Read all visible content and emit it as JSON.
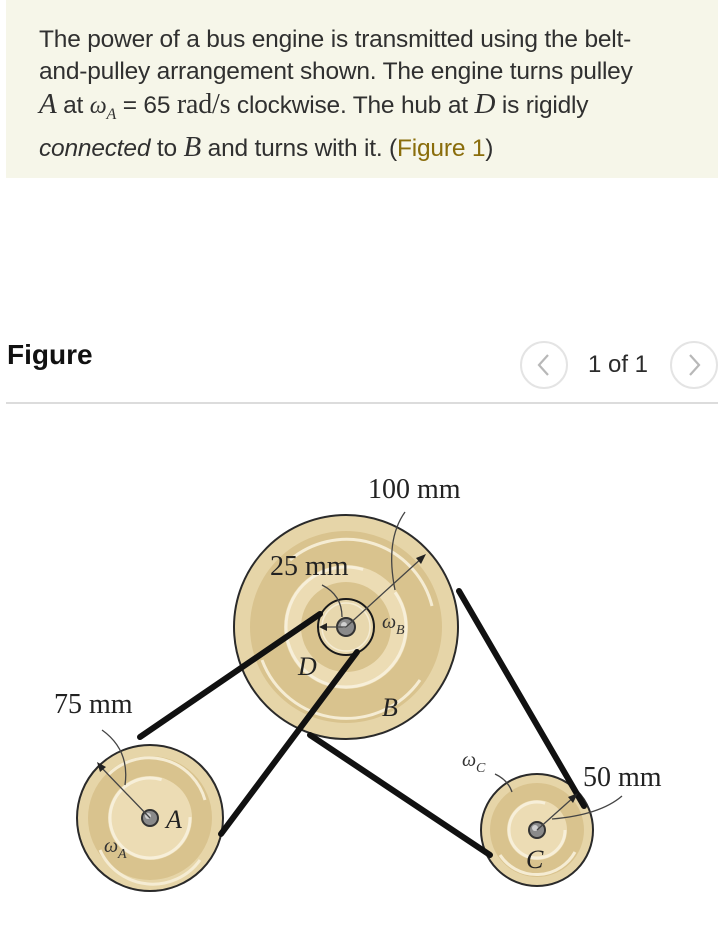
{
  "problem": {
    "line1": "The power of a bus engine is transmitted using the belt-",
    "line2": "and-pulley arrangement shown. The engine turns pulley",
    "var_A": "A",
    "at": " at ",
    "omega": "ω",
    "omega_sub": "A",
    "equals": " = 65 ",
    "units": "rad/s",
    "clockwise": " clockwise. The hub at ",
    "var_D": "D",
    "rigidly": " is rigidly",
    "connected": "connected",
    "to": " to ",
    "var_B": "B",
    "turns": " and turns with it. (",
    "figure_link": "Figure 1",
    "close_paren": ")"
  },
  "figure_panel": {
    "heading": "Figure",
    "pager_text": "1 of 1",
    "prev_icon": "chevron-left-icon",
    "next_icon": "chevron-right-icon"
  },
  "diagram": {
    "pulley_B_radius_label": "100 mm",
    "hub_D_radius_label": "25 mm",
    "pulley_A_radius_label": "75 mm",
    "pulley_C_radius_label": "50 mm",
    "label_A": "A",
    "label_B": "B",
    "label_C": "C",
    "label_D": "D",
    "omega": "ω",
    "omega_A_sub": "A",
    "omega_B_sub": "B",
    "omega_C_sub": "C",
    "colors": {
      "pulley_outer": "#e6d5a8",
      "pulley_mid": "#d9c38e",
      "pulley_inner": "#ecdcb4",
      "belt": "#111111",
      "link": "#8a6d0b"
    }
  }
}
